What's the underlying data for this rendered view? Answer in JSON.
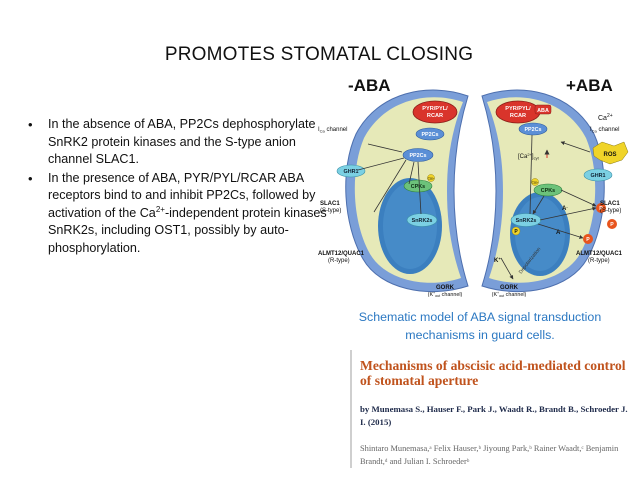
{
  "slide": {
    "title": "PROMOTES STOMATAL CLOSING",
    "bullets": [
      {
        "before": "In the absence of ABA, PP2Cs dephosphorylate SnRK2 protein kinases and the S-type anion channel SLAC1.",
        "sup": "",
        "after": ""
      },
      {
        "before": " In the presence of ABA, PYR/PYL/RCAR ABA receptors bind to and inhibit PP2Cs, followed by activation of the Ca",
        "sup": "2+",
        "after": "-independent protein kinases SnRK2s, including OST1, possibly by auto-phosphorylation."
      }
    ],
    "caption": "Schematic model of ABA signal transduction mechanisms in guard cells."
  },
  "diagram": {
    "minus_label": "-ABA",
    "plus_label": "+ABA",
    "ca_top": "Ca",
    "ca_top_sup": "2+",
    "left": {
      "receptor_1": "PYR/PYL/",
      "receptor_2": "RCAR",
      "pp2c_1": "PP2Cs",
      "pp2c_2": "PP2Cs",
      "ghr1": "GHR1",
      "cpks": "CPKs",
      "ca_small": "Ca",
      "ca_small_sup": "2+",
      "snrk2": "SnRK2s",
      "iin_1": "I",
      "iin_sub": "Ca",
      "iin_2": " channel",
      "slac1_1": "SLAC1",
      "slac1_2": "(S-type)",
      "almt_1": "ALMT12/QUAC1",
      "almt_2": "(R-type)",
      "gork_1": "GORK",
      "gork_2": "(K",
      "gork_sup": "+",
      "gork_sub": "out",
      "gork_3": " channel)"
    },
    "right": {
      "receptor_1": "PYR/PYL/",
      "receptor_2": "RCAR",
      "aba": "ABA",
      "pp2c": "PP2Cs",
      "cacyt_1": "[Ca",
      "cacyt_sup": "2+",
      "cacyt_2": "]",
      "cacyt_sub": "cyt",
      "ca_small": "Ca",
      "ca_small_sup": "2+",
      "cpks": "CPKs",
      "ros": "ROS",
      "ghr1": "GHR1",
      "snrk2": "SnRK2s",
      "p": "P",
      "a_minus": "A",
      "a_minus_sup": "-",
      "k_plus": "K",
      "k_plus_sup": "+",
      "depol": "Depolarization",
      "iin_1": "I",
      "iin_sub": "Ca",
      "iin_2": " channel",
      "slac1_1": "SLAC1",
      "slac1_2": "(S-type)",
      "almt_1": "ALMT12/QUAC1",
      "almt_2": "(R-type)",
      "gork_1": "GORK",
      "gork_2": "(K",
      "gork_sup": "+",
      "gork_sub": "out",
      "gork_3": " channel)"
    },
    "colors": {
      "cell_wall": "#7a9ed8",
      "cytoplasm": "#e6e9b8",
      "vacuole": "#3b7fbf",
      "receptor": "#d9342b",
      "pp2c": "#5b8fd6",
      "cpk": "#6cc27a",
      "snrk2": "#7bd0e3",
      "phospho": "#e8541d",
      "ros": "#f0d429"
    }
  },
  "paper": {
    "title": "Mechanisms of abscisic acid-mediated control of stomatal aperture",
    "authors": "by Munemasa S., Hauser F., Park J., Waadt R., Brandt B., Schroeder J. I. (2015)",
    "author_list": "Shintaro Munemasa,ᵃ Felix Hauser,ᵇ Jiyoung Park,ᵇ Rainer Waadt,ᶜ Benjamin Brandt,ᵈ and Julian I. Schroederᵇ"
  }
}
